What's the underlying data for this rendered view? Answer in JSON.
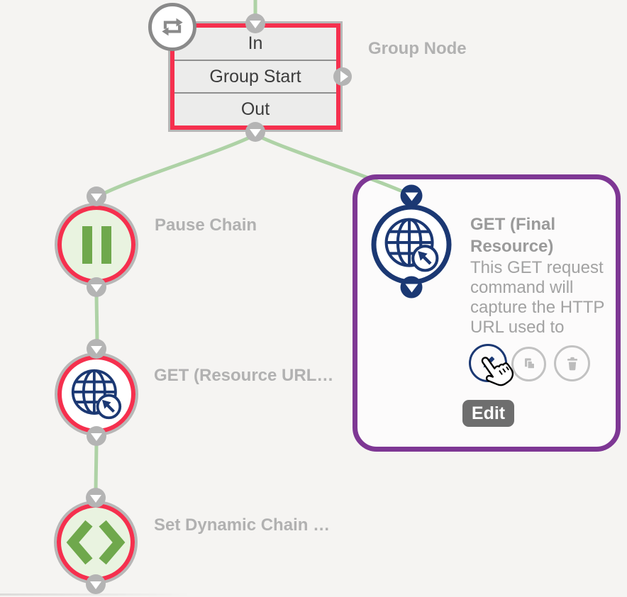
{
  "workflow": {
    "group_node": {
      "title": "Group Node",
      "rows": [
        {
          "label": "In"
        },
        {
          "label": "Group Start"
        },
        {
          "label": "Out"
        }
      ],
      "badge_icon": "loop-icon"
    },
    "nodes": [
      {
        "label": "Pause Chain",
        "icon": "pause-icon"
      },
      {
        "label": "GET (Resource URL…",
        "icon": "globe-pointer-icon"
      },
      {
        "label": "Set Dynamic Chain …",
        "icon": "code-brackets-icon"
      }
    ],
    "selected_node": {
      "title": "GET (Final Resource)",
      "description": "This GET request command will capture the HTTP URL used to",
      "icon": "globe-pointer-icon",
      "actions": [
        {
          "name": "edit",
          "icon": "pencil-icon"
        },
        {
          "name": "copy",
          "icon": "copy-icon"
        },
        {
          "name": "delete",
          "icon": "trash-icon"
        }
      ],
      "tooltip": "Edit"
    }
  },
  "colors": {
    "background": "#f5f4f2",
    "node_border_red": "#f5304e",
    "node_ring_grey": "#b7b7b7",
    "navy": "#1b3873",
    "selection_purple": "#7e3794",
    "connection_green": "#aed2a6",
    "icon_green": "#6fa84c",
    "node_fill_green": "#e9f3e0",
    "label_grey": "#b1b1b1",
    "tooltip_grey": "#6e6e6e"
  }
}
